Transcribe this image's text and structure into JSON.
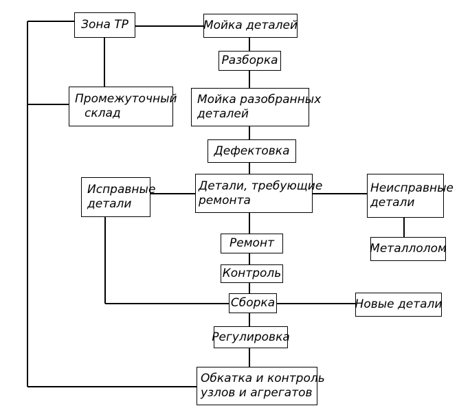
{
  "nodes": {
    "zona_tr": "Зона ТР",
    "moyka_detaley": "Мойка деталей",
    "razborka": "Разборка",
    "promezhutochny_sklad": [
      "Промежуточный",
      "склад"
    ],
    "moyka_razobrannyh": [
      "Мойка разобранных",
      "деталей"
    ],
    "defektovka": "Дефектовка",
    "ispravnye": [
      "Исправные",
      "детали"
    ],
    "trebuyushchie": [
      "Детали, требующие",
      "ремонта"
    ],
    "neispravnye": [
      "Неисправные",
      "детали"
    ],
    "metallolom": "Металлолом",
    "remont": "Ремонт",
    "kontrol": "Контроль",
    "sborka": "Сборка",
    "novye_detali": "Новые детали",
    "regulirovka": "Регулировка",
    "obkatka": [
      "Обкатка и контроль",
      "узлов и агрегатов"
    ]
  }
}
